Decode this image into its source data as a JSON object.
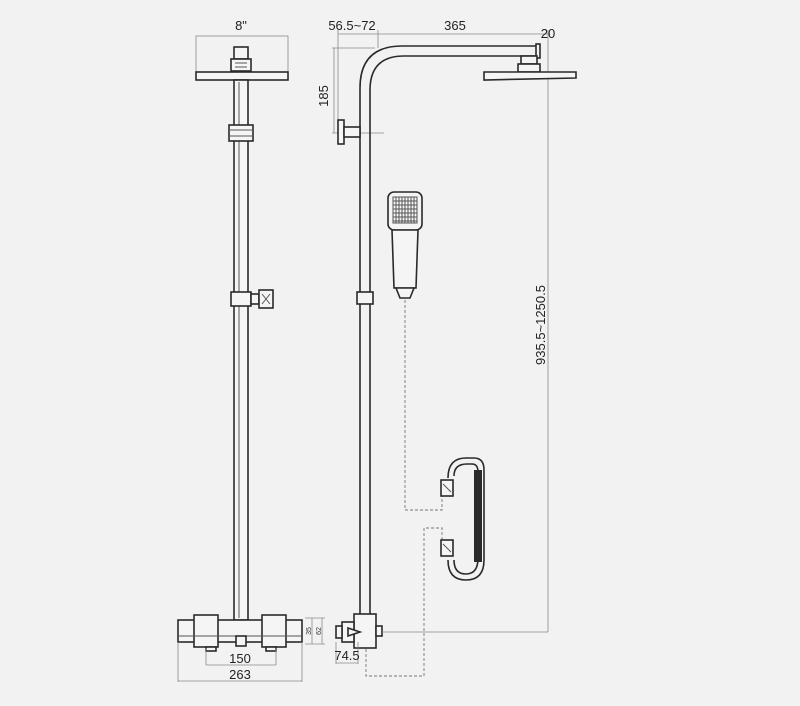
{
  "dimensions": {
    "head_diameter": "8\"",
    "arm_offset": "56.5~72",
    "arm_length": "365",
    "head_drop": "20",
    "bracket_height": "185",
    "total_height": "935.5~1250.5",
    "valve_center": "150",
    "valve_width": "263",
    "valve_side_depth": "74.5",
    "valve_h1": "35",
    "valve_h2": "62"
  }
}
